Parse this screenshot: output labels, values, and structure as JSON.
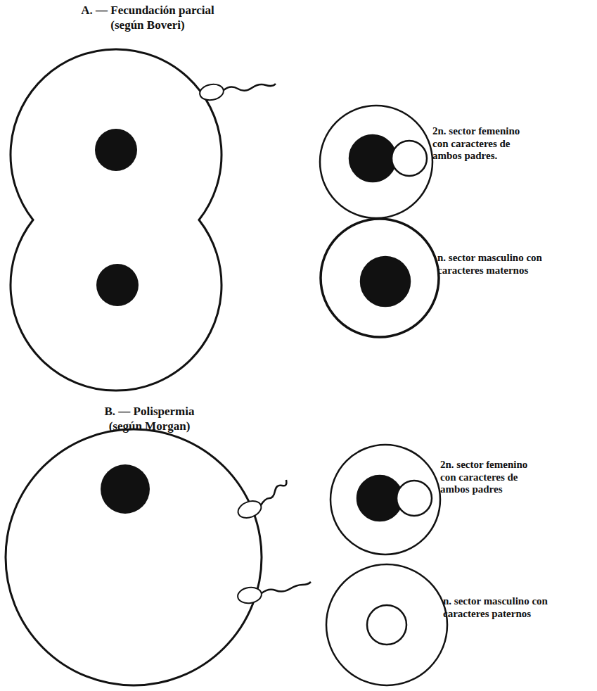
{
  "diagram": {
    "nodes": [
      {
        "text": [
          "2n. sector femenino con caracteres de ambos padres."
        ]
      },
      {
        "text": [
          "n. sector masculino con caracteres maternos"
        ]
      },
      {
        "text": [
          "2n. sector femenino con caracteres de ambos padres"
        ]
      },
      {
        "text": [
          "n. sector masculino con caracteres paternos"
        ]
      }
    ],
    "labels": [
      "A. — Fecundación parcial (según Boveri)",
      "B. — Polispermia (según Morgan)"
    ]
  }
}
